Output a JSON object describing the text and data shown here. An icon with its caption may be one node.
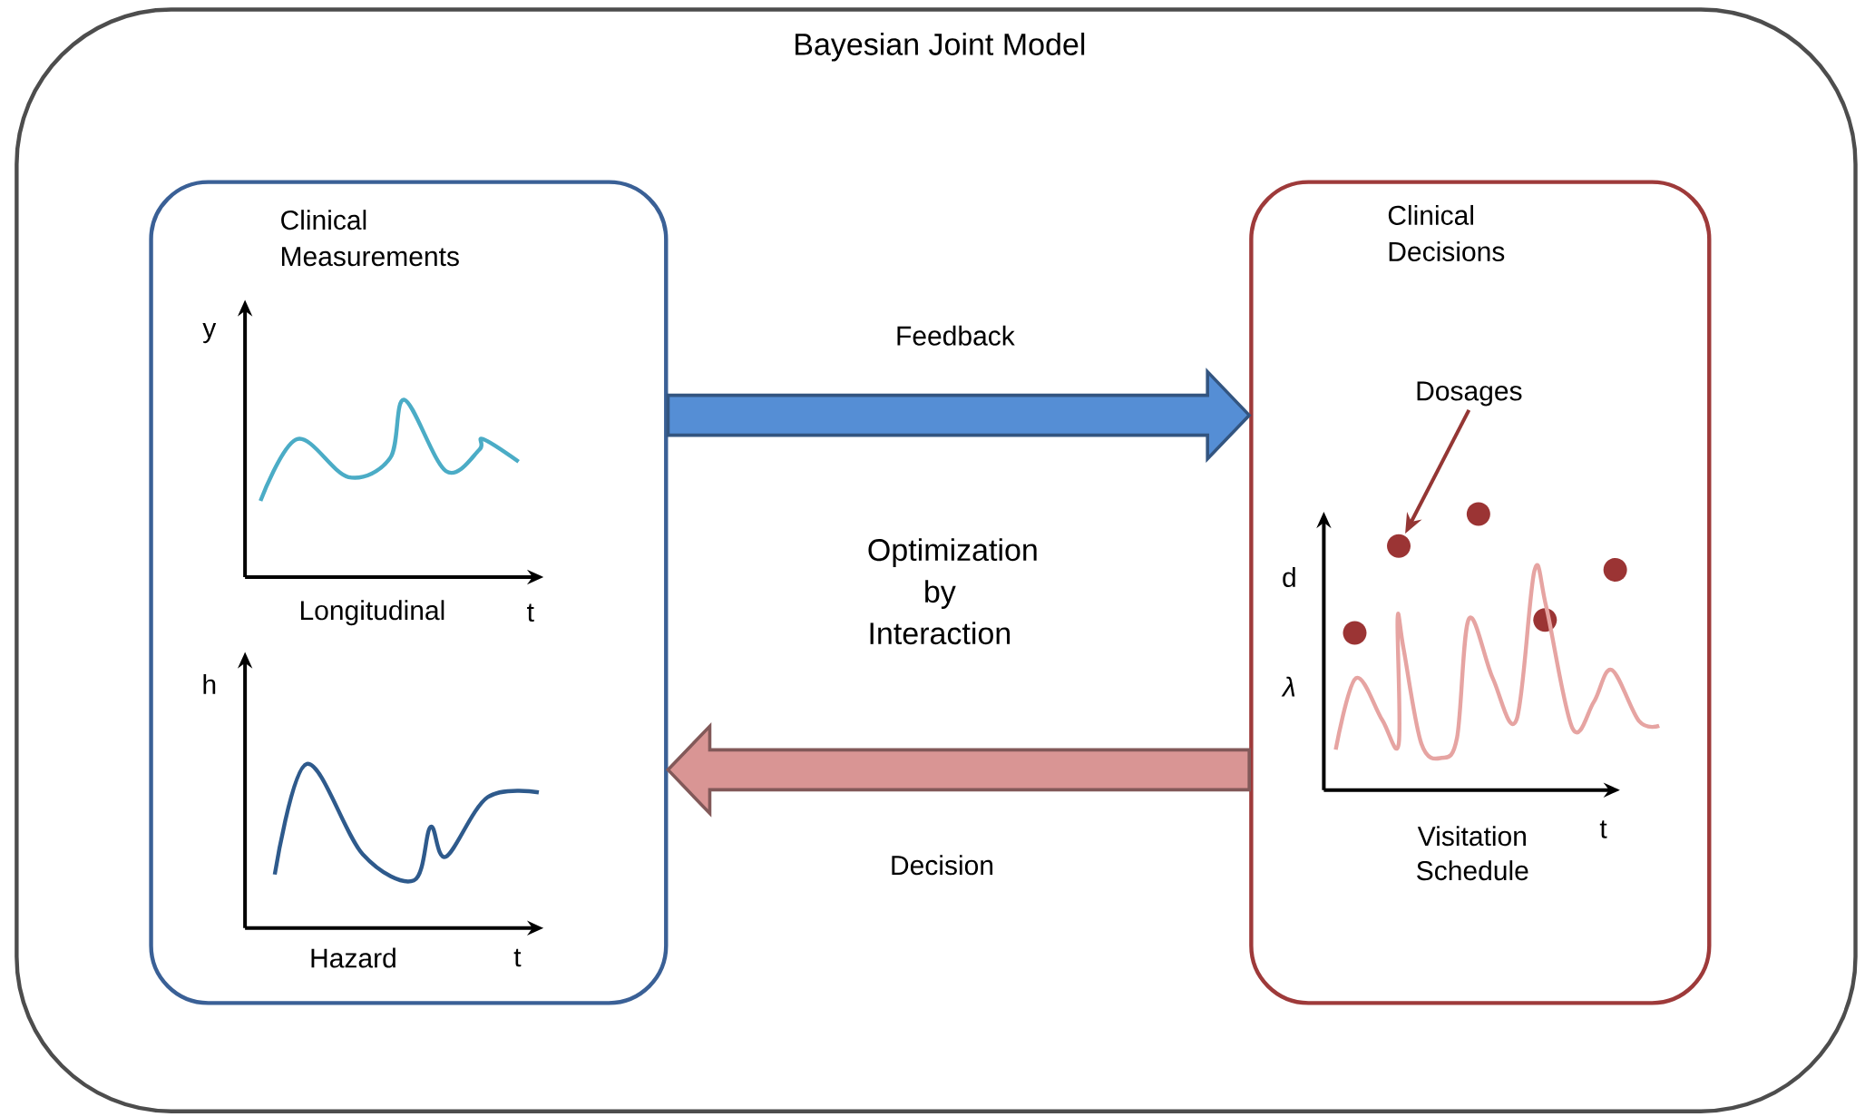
{
  "diagram": {
    "nodes": [
      {
        "text": [
          "Bayesian Joint Model"
        ]
      },
      {
        "text": [
          "Clinical Measurements"
        ],
        "in": 0
      },
      {
        "text": [
          "Clinical Decisions"
        ],
        "in": 0
      },
      {
        "text": [
          "Dosages"
        ],
        "in": 2
      },
      {
        "text": [],
        "shape": "circle",
        "in": 2
      },
      {
        "text": [],
        "shape": "circle",
        "in": 2
      },
      {
        "text": [],
        "shape": "circle",
        "in": 2
      },
      {
        "text": [],
        "shape": "circle",
        "in": 2
      },
      {
        "text": [],
        "shape": "circle",
        "in": 2
      }
    ],
    "edges": [
      {
        "from": 1,
        "to": 2,
        "arrow": "to",
        "label": "Feedback",
        "style": "thick",
        "color": "#558ed5"
      },
      {
        "from": 2,
        "to": 1,
        "arrow": "to",
        "label": "Decision",
        "style": "thick",
        "color": "#d99594"
      },
      {
        "from": 3,
        "to": 5,
        "arrow": "to",
        "color": "#943634"
      }
    ],
    "labels": [
      "y",
      "Longitudinal",
      "t",
      "h",
      "Hazard",
      "t",
      "Optimization by Interaction",
      "d",
      "λ",
      "Visitation Schedule",
      "t"
    ]
  }
}
